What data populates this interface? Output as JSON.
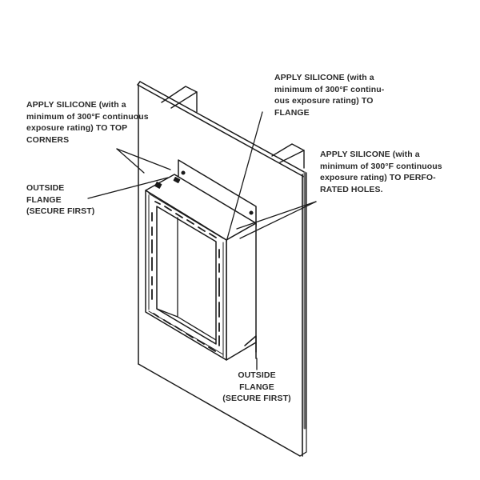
{
  "diagram": {
    "type": "isometric installation drawing",
    "subject": "recessed box mounted in wall panel with outside flanges",
    "colors": {
      "line": "#1a1a1a",
      "text": "#2a2a2a",
      "background": "#ffffff",
      "edge_shade": "#6e6e6e"
    }
  },
  "callouts": [
    {
      "id": "top-corners",
      "lines": [
        "APPLY SILICONE (with a",
        "minimum of 300°F continuous",
        "exposure rating) TO TOP",
        "CORNERS"
      ]
    },
    {
      "id": "flange",
      "lines": [
        "APPLY SILICONE (with a",
        "minimum of 300°F continu-",
        "ous exposure rating) TO",
        "FLANGE"
      ]
    },
    {
      "id": "perforated-holes",
      "lines": [
        "APPLY SILICONE (with a",
        "minimum of 300°F continuous",
        "exposure rating) TO PERFO-",
        "RATED HOLES."
      ]
    },
    {
      "id": "outside-flange-left",
      "lines": [
        "OUTSIDE",
        "FLANGE",
        "(SECURE FIRST)"
      ]
    },
    {
      "id": "outside-flange-bottom",
      "lines": [
        "OUTSIDE",
        "FLANGE",
        "(SECURE FIRST)"
      ]
    }
  ],
  "text": {
    "top_corners": "APPLY SILICONE (with a\nminimum of 300°F continuous\nexposure rating) TO TOP\nCORNERS",
    "flange": "APPLY SILICONE (with a\nminimum of 300°F continu-\nous exposure rating) TO\nFLANGE",
    "perforated_holes": "APPLY SILICONE (with a\nminimum of 300°F continuous\nexposure rating) TO PERFO-\nRATED HOLES.",
    "outside_flange_left": "OUTSIDE\nFLANGE\n(SECURE FIRST)",
    "outside_flange_bottom": "OUTSIDE\nFLANGE\n(SECURE FIRST)"
  }
}
